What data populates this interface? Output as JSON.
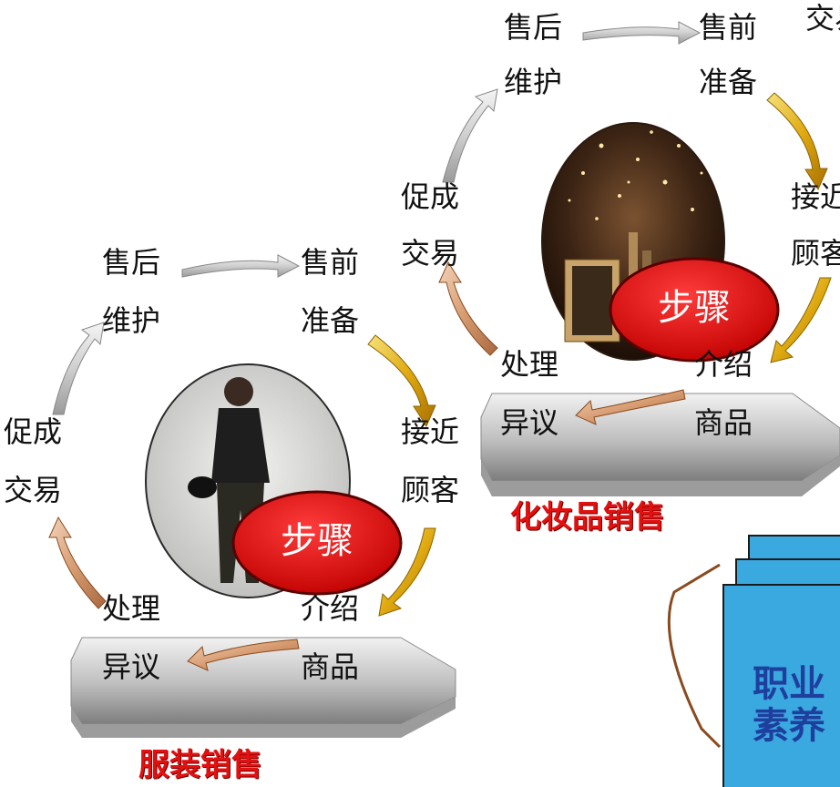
{
  "diagrams": [
    {
      "title": "服装销售",
      "center_badge": "步骤",
      "steps": {
        "after_sales_1": "售后",
        "after_sales_2": "维护",
        "pre_sales_1": "售前",
        "pre_sales_2": "准备",
        "approach_1": "接近",
        "approach_2": "顾客",
        "introduce_1": "介绍",
        "introduce_2": "商品",
        "objection_1": "处理",
        "objection_2": "异议",
        "close_1": "促成",
        "close_2": "交易"
      }
    },
    {
      "title": "化妆品销售",
      "center_badge": "步骤",
      "steps": {
        "after_sales_1": "售后",
        "after_sales_2": "维护",
        "pre_sales_1": "售前",
        "pre_sales_2": "准备",
        "approach_1": "接近",
        "approach_2": "顾客",
        "introduce_1": "介绍",
        "introduce_2": "商品",
        "objection_1": "处理",
        "objection_2": "异议",
        "close_1": "促成",
        "close_2": "交易"
      }
    }
  ],
  "book": {
    "line1": "职业",
    "line2": "素养"
  },
  "colors": {
    "badge": "#e60000",
    "title": "#e31010",
    "book_fill": "#3aa9e0",
    "book_outline": "#8a4a1f",
    "book_text": "#1f3f9e",
    "arrow_gold": "#d9a514",
    "arrow_tan": "#d9a27a",
    "arrow_silver": "#d8d8d8"
  }
}
